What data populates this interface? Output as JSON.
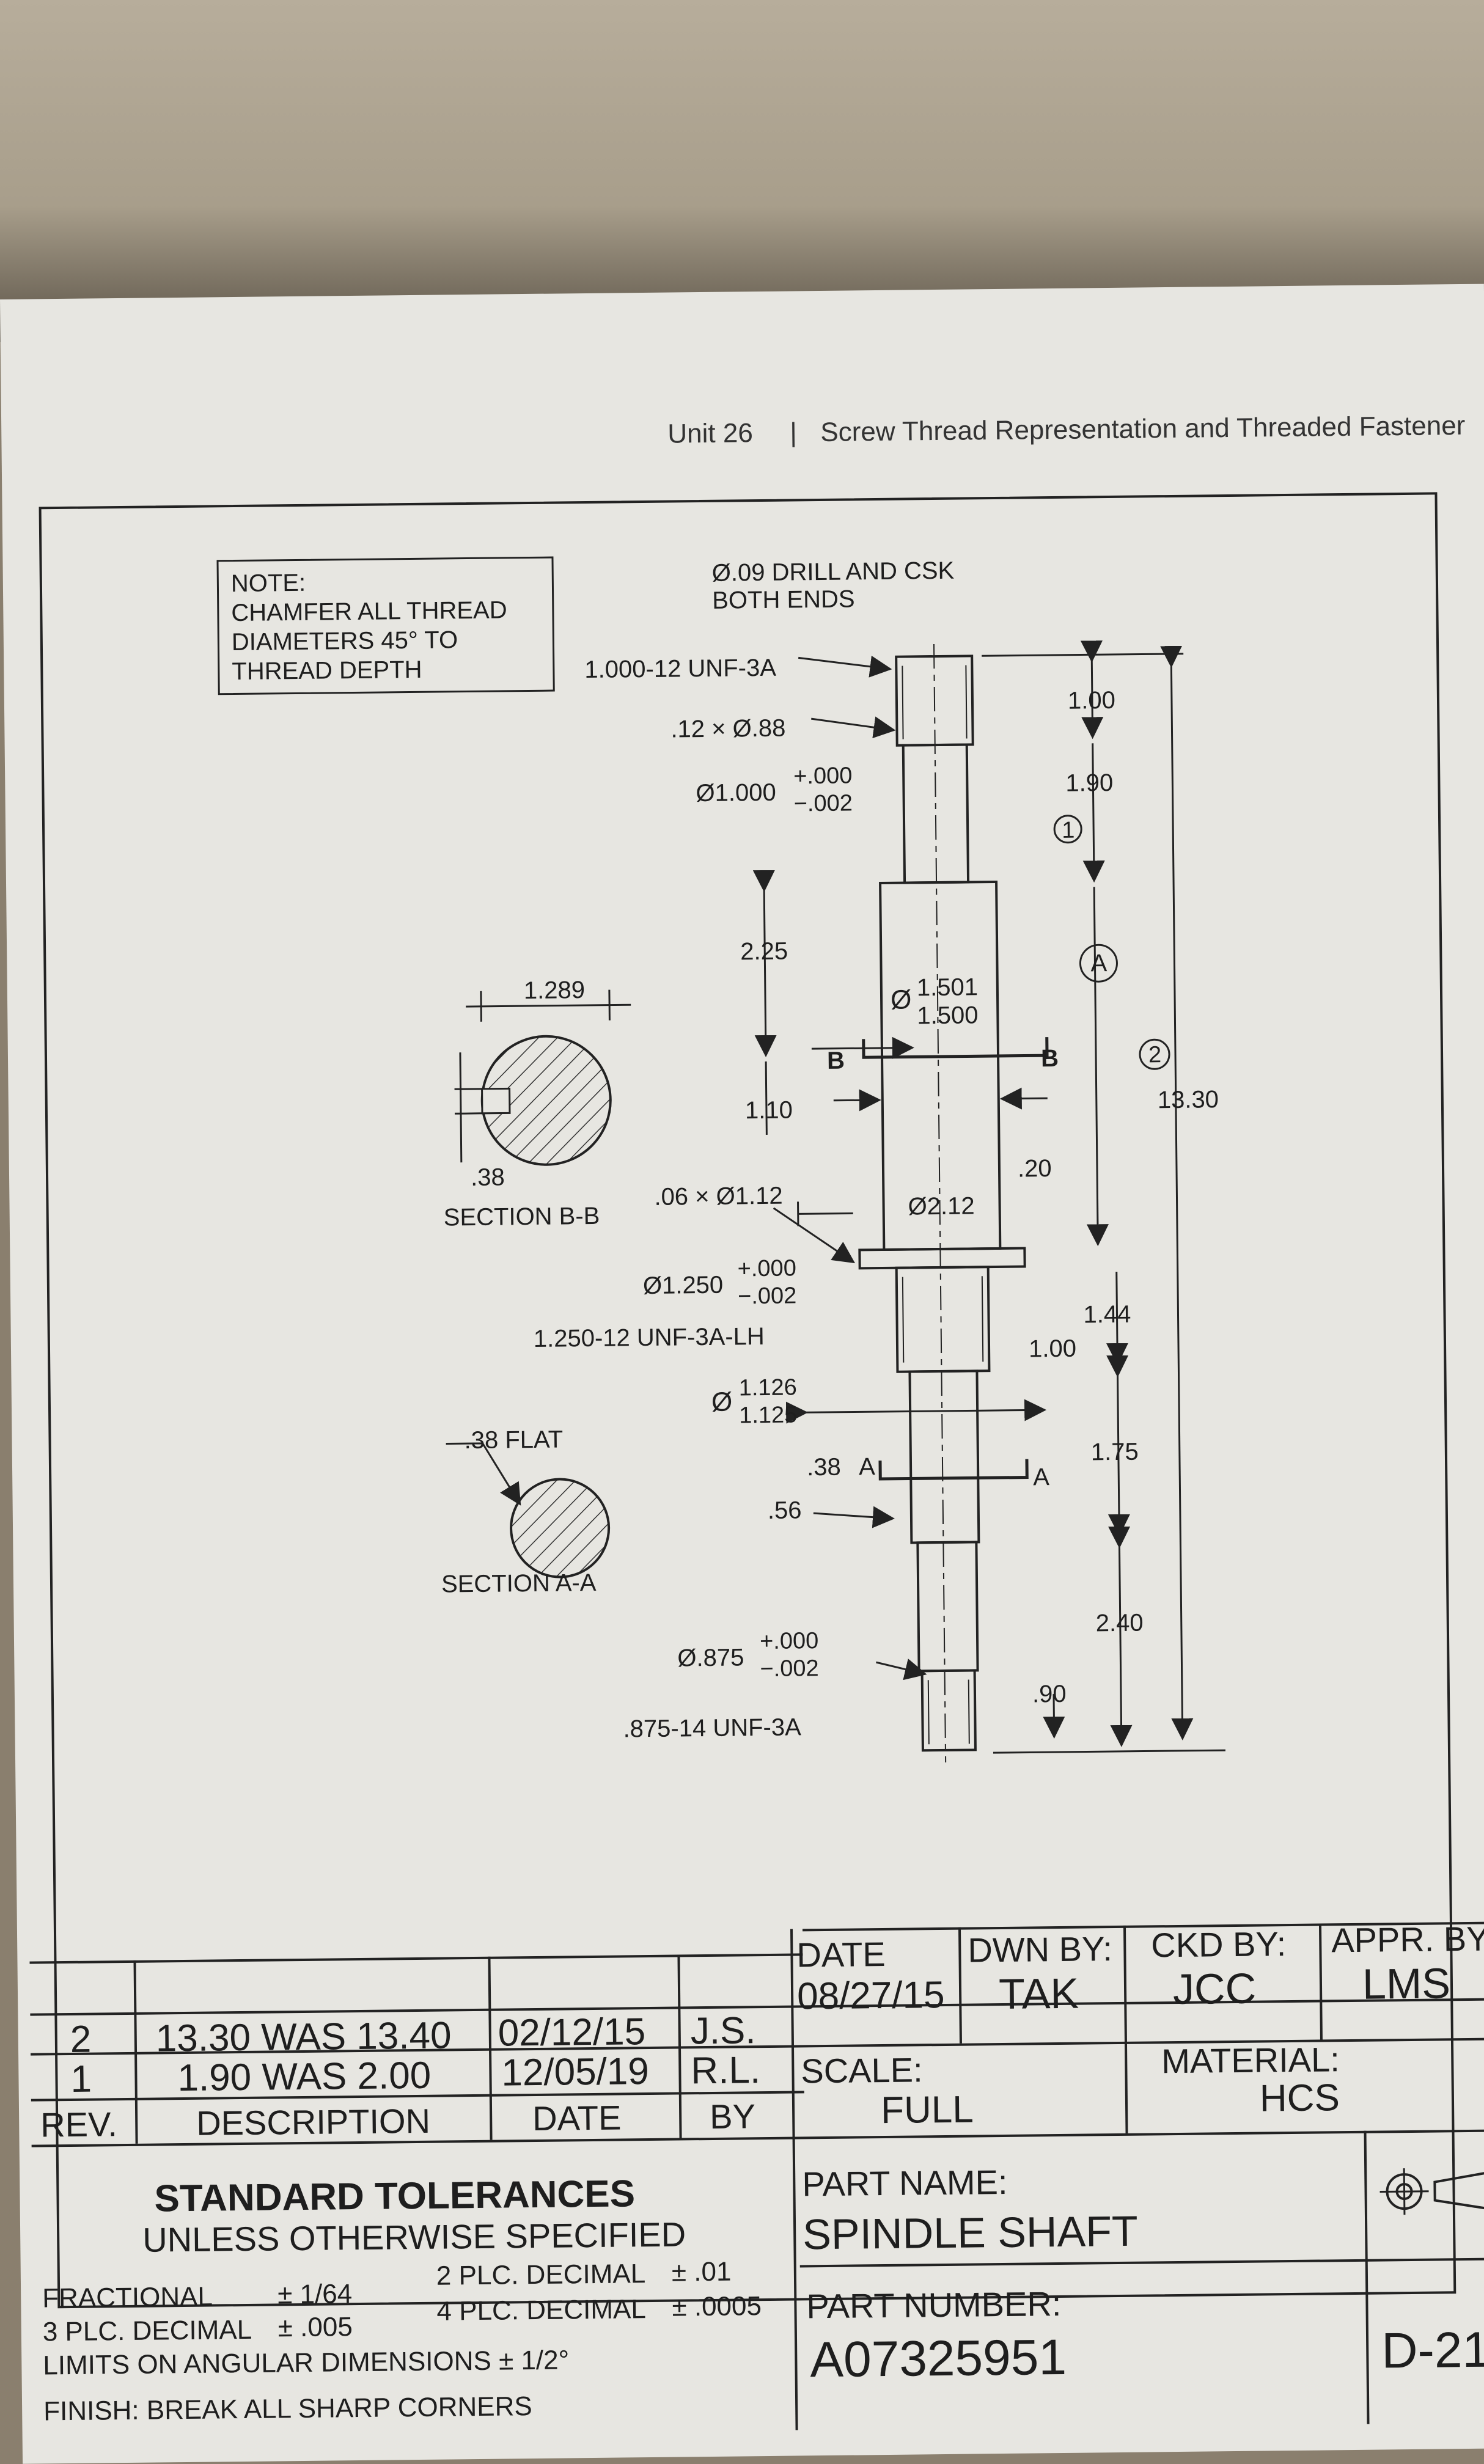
{
  "header": {
    "unit": "Unit 26",
    "separator": "|",
    "chapter": "Screw Thread Representation and Threaded Fastener"
  },
  "note": {
    "title": "NOTE:",
    "lines": [
      "CHAMFER ALL THREAD",
      "DIAMETERS 45° TO",
      "THREAD DEPTH"
    ]
  },
  "callouts": {
    "drill_1": "Ø.09 DRILL AND CSK",
    "drill_2": "BOTH ENDS",
    "thread_top": "1.000-12 UNF-3A",
    "chamfer_top": ".12 × Ø.88",
    "dia_1000": "Ø1.000",
    "dia_1000_plus": "+.000",
    "dia_1000_minus": "−.002",
    "dia_1500_sym": "Ø",
    "dia_1500_upper": "1.501",
    "dia_1500_lower": "1.500",
    "chamfer_mid": ".06 × Ø1.12",
    "dia_212": "Ø2.12",
    "dia_1250": "Ø1.250",
    "dia_1250_plus": "+.000",
    "dia_1250_minus": "−.002",
    "thread_lh": "1.250-12 UNF-3A-LH",
    "dia_1125_sym": "Ø",
    "dia_1125_upper": "1.126",
    "dia_1125_lower": "1.125",
    "dia_875": "Ø.875",
    "dia_875_plus": "+.000",
    "dia_875_minus": "−.002",
    "thread_bottom": ".875-14 UNF-3A"
  },
  "dimensions": {
    "d_100_top": "1.00",
    "d_190": "1.90",
    "rev_1": "1",
    "ref_A": "A",
    "rev_2": "2",
    "d_1330": "13.30",
    "d_225": "2.25",
    "d_110": "1.10",
    "d_020": ".20",
    "d_144": "1.44",
    "d_100_mid": "1.00",
    "d_175": "1.75",
    "d_038": ".38",
    "d_056": ".56",
    "d_240": "2.40",
    "d_090": ".90",
    "cut_B": "B",
    "cut_A": "A"
  },
  "sections": {
    "bb_width": "1.289",
    "bb_depth": ".38",
    "bb_label": "SECTION B-B",
    "aa_flat": ".38 FLAT",
    "aa_label": "SECTION A-A"
  },
  "revisions": {
    "headers": {
      "rev": "REV.",
      "description": "DESCRIPTION",
      "date": "DATE",
      "by": "BY"
    },
    "rows": [
      {
        "rev": "2",
        "description": "13.30 WAS 13.40",
        "date": "02/12/15",
        "by": "J.S."
      },
      {
        "rev": "1",
        "description": "1.90 WAS 2.00",
        "date": "12/05/19",
        "by": "R.L."
      }
    ]
  },
  "title_block": {
    "date_label": "DATE",
    "date_value": "08/27/15",
    "dwn_label": "DWN BY:",
    "dwn_value": "TAK",
    "ckd_label": "CKD BY:",
    "ckd_value": "JCC",
    "appr_label": "APPR. BY:",
    "appr_value": "LMS",
    "scale_label": "SCALE:",
    "scale_value": "FULL",
    "material_label": "MATERIAL:",
    "material_value": "HCS",
    "part_name_label": "PART NAME:",
    "part_name_value": "SPINDLE SHAFT",
    "part_number_label": "PART NUMBER:",
    "part_number_value": "A07325951",
    "sheet": "D-21"
  },
  "tolerances": {
    "title": "STANDARD TOLERANCES",
    "subtitle": "UNLESS OTHERWISE SPECIFIED",
    "fractional_label": "FRACTIONAL",
    "fractional_value": "± 1/64",
    "plc2_label": "2 PLC. DECIMAL",
    "plc2_value": "± .01",
    "plc3_label": "3 PLC. DECIMAL",
    "plc3_value": "± .005",
    "plc4_label": "4 PLC. DECIMAL",
    "plc4_value": "± .0005",
    "angular": "LIMITS ON ANGULAR DIMENSIONS  ±  1/2°",
    "finish": "FINISH: BREAK ALL SHARP CORNERS"
  },
  "icons": {
    "projection_symbol": "third-angle-projection-icon"
  },
  "colors": {
    "paper": "#e7e6e1",
    "ink": "#1e1e1e",
    "background": "#a89e8b"
  }
}
